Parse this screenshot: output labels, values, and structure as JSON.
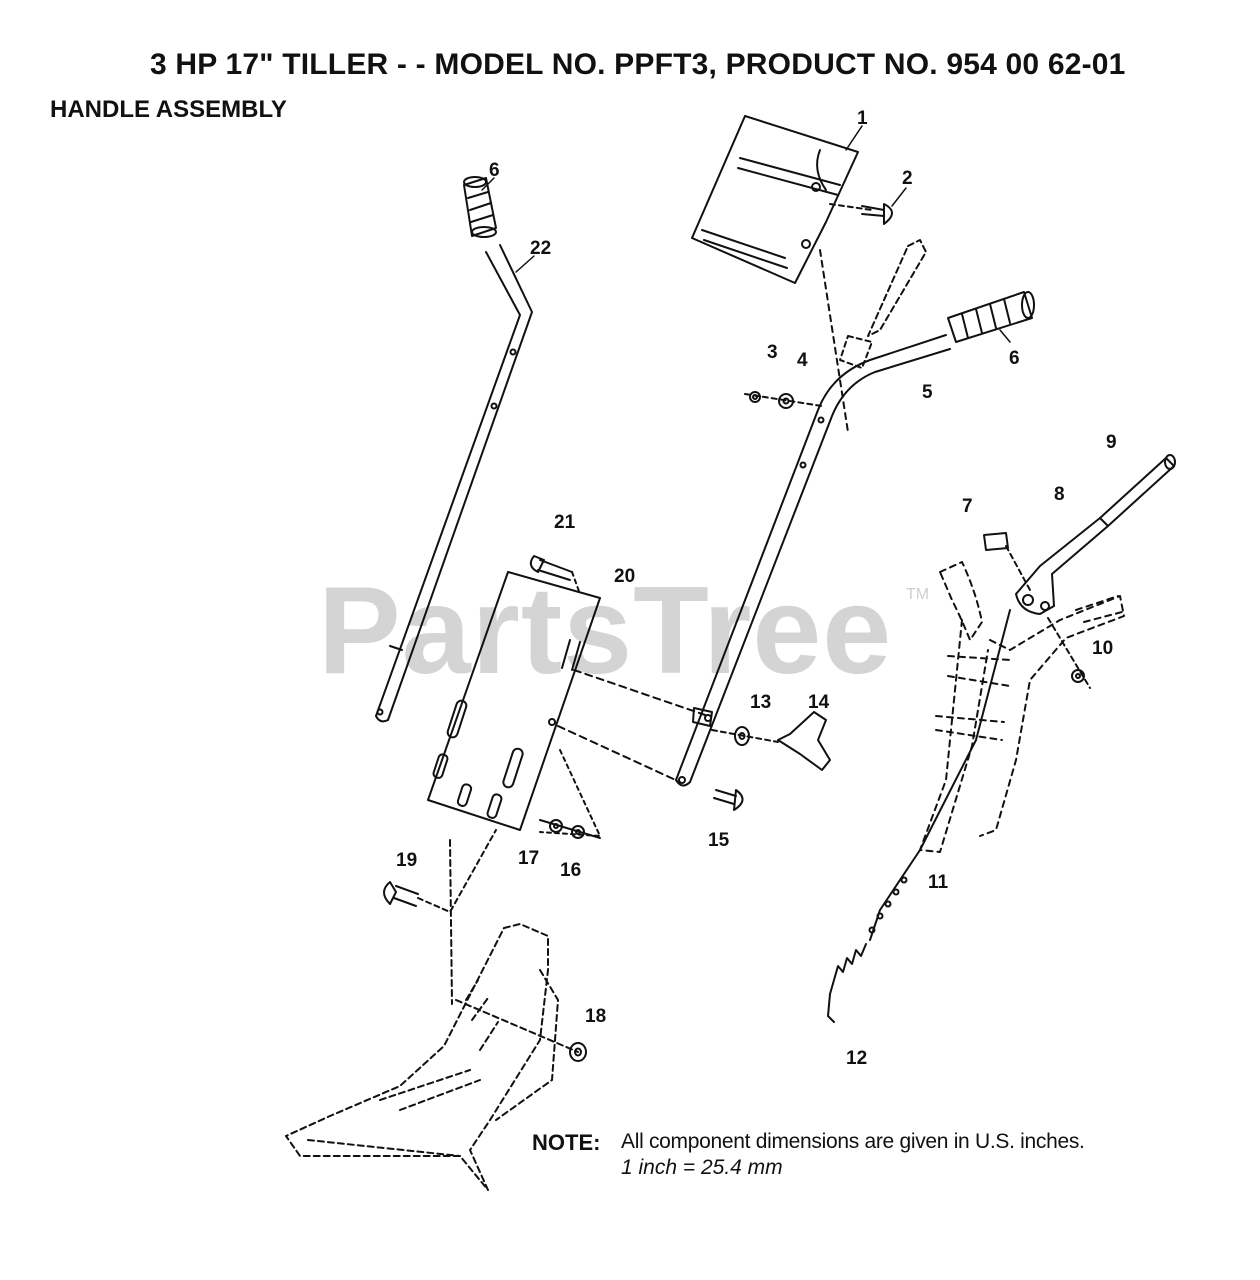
{
  "header": {
    "title": "3 HP  17\" TILLER - - MODEL NO. PPFT3, PRODUCT NO. 954 00 62-01",
    "subtitle": "HANDLE ASSEMBLY"
  },
  "watermark": {
    "text": "PartsTree",
    "tm": "TM"
  },
  "callouts": {
    "p1": "1",
    "p2": "2",
    "p3": "3",
    "p4": "4",
    "p5": "5",
    "p6a": "6",
    "p6b": "6",
    "p7": "7",
    "p8": "8",
    "p9": "9",
    "p10": "10",
    "p11": "11",
    "p12": "12",
    "p13": "13",
    "p14": "14",
    "p15": "15",
    "p16": "16",
    "p17": "17",
    "p18": "18",
    "p19": "19",
    "p20": "20",
    "p21": "21",
    "p22": "22"
  },
  "note": {
    "label": "NOTE:",
    "text": "All component dimensions are given in U.S. inches.",
    "conversion": "1 inch = 25.4 mm"
  },
  "colors": {
    "line": "#111111",
    "watermark": "#d4d4d4",
    "background": "#ffffff"
  }
}
